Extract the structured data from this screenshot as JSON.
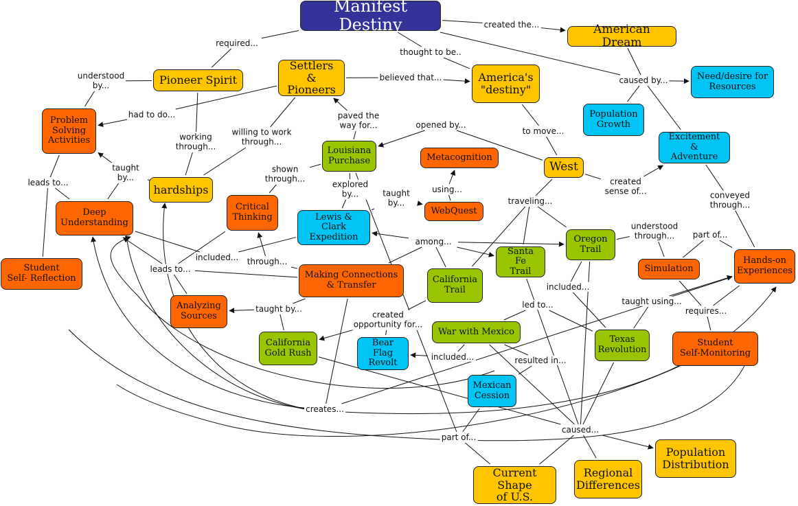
{
  "title": "Manifest Destiny",
  "colors": {
    "navy": "#333399",
    "yellow": "#FFC600",
    "blue": "#00C4F5",
    "orange": "#FF6600",
    "green": "#99C400",
    "line": "#111111"
  },
  "nodes": [
    {
      "id": "manifest",
      "label": "Manifest Destiny",
      "color": "navy"
    },
    {
      "id": "american_dream",
      "label": "American Dream",
      "color": "yellow"
    },
    {
      "id": "pioneer_spirit",
      "label": "Pioneer Spirit",
      "color": "yellow"
    },
    {
      "id": "settlers",
      "label": "Settlers &\nPioneers",
      "color": "yellow"
    },
    {
      "id": "americas_destiny",
      "label": "America's\n\"destiny\"",
      "color": "yellow"
    },
    {
      "id": "need_resources",
      "label": "Need/desire for\nResources",
      "color": "blue"
    },
    {
      "id": "pop_growth",
      "label": "Population\nGrowth",
      "color": "blue"
    },
    {
      "id": "excitement",
      "label": "Excitement &\nAdventure",
      "color": "blue"
    },
    {
      "id": "problem_solving",
      "label": "Problem\nSolving\nActivities",
      "color": "orange"
    },
    {
      "id": "louisiana",
      "label": "Louisiana\nPurchase",
      "color": "green"
    },
    {
      "id": "metacognition",
      "label": "Metacognition",
      "color": "orange"
    },
    {
      "id": "west",
      "label": "West",
      "color": "yellow"
    },
    {
      "id": "hardships",
      "label": "hardships",
      "color": "yellow"
    },
    {
      "id": "deep_understanding",
      "label": "Deep\nUnderstanding",
      "color": "orange"
    },
    {
      "id": "critical_thinking",
      "label": "Critical\nThinking",
      "color": "orange"
    },
    {
      "id": "webquest",
      "label": "WebQuest",
      "color": "orange"
    },
    {
      "id": "lewis_clark",
      "label": "Lewis & Clark\nExpedition",
      "color": "blue"
    },
    {
      "id": "oregon",
      "label": "Oregon\nTrail",
      "color": "green"
    },
    {
      "id": "santa_fe",
      "label": "Santa Fe\nTrail",
      "color": "green"
    },
    {
      "id": "simulation",
      "label": "Simulation",
      "color": "orange"
    },
    {
      "id": "hands_on",
      "label": "Hands-on\nExperiences",
      "color": "orange"
    },
    {
      "id": "self_reflection",
      "label": "Student\nSelf- Reflection",
      "color": "orange"
    },
    {
      "id": "making_connections",
      "label": "Making Connections\n& Transfer",
      "color": "orange"
    },
    {
      "id": "california_trail",
      "label": "California\nTrail",
      "color": "green"
    },
    {
      "id": "analyzing_sources",
      "label": "Analyzing\nSources",
      "color": "orange"
    },
    {
      "id": "gold_rush",
      "label": "California\nGold Rush",
      "color": "green"
    },
    {
      "id": "bear_flag",
      "label": "Bear Flag\nRevolt",
      "color": "blue"
    },
    {
      "id": "war_mexico",
      "label": "War with Mexico",
      "color": "green"
    },
    {
      "id": "texas",
      "label": "Texas\nRevolution",
      "color": "green"
    },
    {
      "id": "self_monitoring",
      "label": "Student\nSelf-Monitoring",
      "color": "orange"
    },
    {
      "id": "mexican_cession",
      "label": "Mexican\nCession",
      "color": "blue"
    },
    {
      "id": "pop_distribution",
      "label": "Population\nDistribution",
      "color": "yellow"
    },
    {
      "id": "current_shape",
      "label": "Current Shape\nof U.S.",
      "color": "yellow"
    },
    {
      "id": "regional_diff",
      "label": "Regional\nDifferences",
      "color": "yellow"
    }
  ],
  "linking_phrases": [
    {
      "id": "lp_required",
      "label": "required..."
    },
    {
      "id": "lp_created_the",
      "label": "created the..."
    },
    {
      "id": "lp_thought",
      "label": "thought to be.."
    },
    {
      "id": "lp_understood_by",
      "label": "understood\nby..."
    },
    {
      "id": "lp_believed",
      "label": "believed that..."
    },
    {
      "id": "lp_caused_by",
      "label": "caused by..."
    },
    {
      "id": "lp_had_to_do",
      "label": "had to do..."
    },
    {
      "id": "lp_paved",
      "label": "paved the\nway for..."
    },
    {
      "id": "lp_opened_by",
      "label": "opened by..."
    },
    {
      "id": "lp_to_move",
      "label": "to move..."
    },
    {
      "id": "lp_working",
      "label": "working\nthrough..."
    },
    {
      "id": "lp_willing",
      "label": "willing to work\nthrough..."
    },
    {
      "id": "lp_taught_by_1",
      "label": "taught\nby..."
    },
    {
      "id": "lp_shown",
      "label": "shown\nthrough..."
    },
    {
      "id": "lp_leads_to_1",
      "label": "leads to..."
    },
    {
      "id": "lp_explored",
      "label": "explored\nby..."
    },
    {
      "id": "lp_taught_by_2",
      "label": "taught\nby..."
    },
    {
      "id": "lp_using",
      "label": "using..."
    },
    {
      "id": "lp_created_sense",
      "label": "created\nsense of..."
    },
    {
      "id": "lp_traveling",
      "label": "traveling..."
    },
    {
      "id": "lp_conveyed",
      "label": "conveyed through..."
    },
    {
      "id": "lp_understood_through",
      "label": "understood\nthrough..."
    },
    {
      "id": "lp_part_of_1",
      "label": "part of..."
    },
    {
      "id": "lp_among",
      "label": "among..."
    },
    {
      "id": "lp_included_1",
      "label": "included..."
    },
    {
      "id": "lp_through",
      "label": "through..."
    },
    {
      "id": "lp_leads_to_2",
      "label": "leads to..."
    },
    {
      "id": "lp_included_2",
      "label": "included..."
    },
    {
      "id": "lp_led_to",
      "label": "led to..."
    },
    {
      "id": "lp_taught_using",
      "label": "taught using..."
    },
    {
      "id": "lp_requires",
      "label": "requires..."
    },
    {
      "id": "lp_taught_by_3",
      "label": "taught by..."
    },
    {
      "id": "lp_created_opp",
      "label": "created\nopportunity for..."
    },
    {
      "id": "lp_included_3",
      "label": "included..."
    },
    {
      "id": "lp_resulted",
      "label": "resulted in..."
    },
    {
      "id": "lp_creates",
      "label": "creates..."
    },
    {
      "id": "lp_caused",
      "label": "caused..."
    },
    {
      "id": "lp_part_of_2",
      "label": "part of..."
    }
  ],
  "connections": [
    {
      "from": "manifest",
      "to": "lp_required"
    },
    {
      "from": "lp_required",
      "to": "pioneer_spirit"
    },
    {
      "from": "manifest",
      "to": "lp_created_the"
    },
    {
      "from": "lp_created_the",
      "to": "american_dream",
      "arrow": true
    },
    {
      "from": "manifest",
      "to": "lp_thought"
    },
    {
      "from": "lp_thought",
      "to": "americas_destiny"
    },
    {
      "from": "manifest",
      "to": "lp_caused_by"
    },
    {
      "from": "pioneer_spirit",
      "to": "lp_understood_by"
    },
    {
      "from": "lp_understood_by",
      "to": "problem_solving"
    },
    {
      "from": "settlers",
      "to": "lp_believed"
    },
    {
      "from": "lp_believed",
      "to": "americas_destiny",
      "arrow": true
    },
    {
      "from": "american_dream",
      "to": "lp_caused_by"
    },
    {
      "from": "lp_caused_by",
      "to": "need_resources",
      "arrow": true
    },
    {
      "from": "lp_caused_by",
      "to": "pop_growth"
    },
    {
      "from": "lp_caused_by",
      "to": "excitement"
    },
    {
      "from": "settlers",
      "to": "lp_had_to_do"
    },
    {
      "from": "lp_had_to_do",
      "to": "problem_solving",
      "arrow": true
    },
    {
      "from": "louisiana",
      "to": "lp_paved"
    },
    {
      "from": "lp_paved",
      "to": "settlers",
      "arrow": true
    },
    {
      "from": "west",
      "to": "lp_opened_by"
    },
    {
      "from": "lp_opened_by",
      "to": "louisiana",
      "arrow": true
    },
    {
      "from": "americas_destiny",
      "to": "lp_to_move"
    },
    {
      "from": "lp_to_move",
      "to": "west"
    },
    {
      "from": "pioneer_spirit",
      "to": "lp_working"
    },
    {
      "from": "lp_working",
      "to": "hardships"
    },
    {
      "from": "settlers",
      "to": "lp_willing"
    },
    {
      "from": "lp_willing",
      "to": "hardships"
    },
    {
      "from": "hardships",
      "to": "lp_taught_by_1"
    },
    {
      "from": "lp_taught_by_1",
      "to": "problem_solving",
      "arrow": true
    },
    {
      "from": "lp_taught_by_1",
      "to": "deep_understanding"
    },
    {
      "from": "louisiana",
      "to": "lp_shown"
    },
    {
      "from": "lp_shown",
      "to": "critical_thinking"
    },
    {
      "from": "problem_solving",
      "to": "lp_leads_to_1"
    },
    {
      "from": "lp_leads_to_1",
      "to": "deep_understanding"
    },
    {
      "from": "self_reflection",
      "to": "lp_leads_to_1"
    },
    {
      "from": "louisiana",
      "to": "lp_explored"
    },
    {
      "from": "lp_explored",
      "to": "lewis_clark"
    },
    {
      "from": "lewis_clark",
      "to": "lp_taught_by_2"
    },
    {
      "from": "lp_taught_by_2",
      "to": "webquest",
      "arrow": true
    },
    {
      "from": "webquest",
      "to": "lp_using"
    },
    {
      "from": "lp_using",
      "to": "metacognition",
      "arrow": true
    },
    {
      "from": "west",
      "to": "lp_created_sense"
    },
    {
      "from": "lp_created_sense",
      "to": "excitement",
      "arrow": true
    },
    {
      "from": "west",
      "to": "lp_traveling"
    },
    {
      "from": "lp_traveling",
      "to": "oregon"
    },
    {
      "from": "lp_traveling",
      "to": "santa_fe"
    },
    {
      "from": "lp_traveling",
      "to": "california_trail"
    },
    {
      "from": "excitement",
      "to": "lp_conveyed"
    },
    {
      "from": "lp_conveyed",
      "to": "hands_on"
    },
    {
      "from": "oregon",
      "to": "lp_understood_through"
    },
    {
      "from": "lp_understood_through",
      "to": "simulation"
    },
    {
      "from": "simulation",
      "to": "lp_part_of_1"
    },
    {
      "from": "lp_part_of_1",
      "to": "hands_on"
    },
    {
      "from": "lp_among",
      "to": "lewis_clark",
      "arrow": true
    },
    {
      "from": "lp_among",
      "to": "santa_fe",
      "arrow": true
    },
    {
      "from": "lp_among",
      "to": "oregon",
      "arrow": true
    },
    {
      "from": "making_connections",
      "to": "lp_among"
    },
    {
      "from": "california_trail",
      "to": "lp_among"
    },
    {
      "from": "lewis_clark",
      "to": "lp_included_1"
    },
    {
      "from": "lp_included_1",
      "to": "deep_understanding"
    },
    {
      "from": "making_connections",
      "to": "lp_through"
    },
    {
      "from": "lp_through",
      "to": "critical_thinking",
      "arrow": true
    },
    {
      "from": "making_connections",
      "to": "lp_leads_to_2"
    },
    {
      "from": "lp_leads_to_2",
      "to": "deep_understanding",
      "arrow": true
    },
    {
      "from": "critical_thinking",
      "to": "lp_leads_to_2"
    },
    {
      "from": "analyzing_sources",
      "to": "lp_leads_to_2"
    },
    {
      "from": "oregon",
      "to": "lp_included_2"
    },
    {
      "from": "lp_included_2",
      "to": "texas"
    },
    {
      "from": "war_mexico",
      "to": "lp_led_to"
    },
    {
      "from": "lp_led_to",
      "to": "texas"
    },
    {
      "from": "texas",
      "to": "lp_taught_using"
    },
    {
      "from": "lp_taught_using",
      "to": "hands_on",
      "arrow": true
    },
    {
      "from": "self_monitoring",
      "to": "lp_requires"
    },
    {
      "from": "lp_requires",
      "to": "hands_on"
    },
    {
      "from": "simulation",
      "to": "lp_requires"
    },
    {
      "from": "making_connections",
      "to": "lp_taught_by_3"
    },
    {
      "from": "lp_taught_by_3",
      "to": "analyzing_sources",
      "arrow": true
    },
    {
      "from": "gold_rush",
      "to": "lp_taught_by_3"
    },
    {
      "from": "california_trail",
      "to": "lp_created_opp"
    },
    {
      "from": "lp_created_opp",
      "to": "gold_rush",
      "arrow": true
    },
    {
      "from": "lp_created_opp",
      "to": "bear_flag"
    },
    {
      "from": "war_mexico",
      "to": "lp_included_3"
    },
    {
      "from": "lp_included_3",
      "to": "bear_flag",
      "arrow": true
    },
    {
      "from": "war_mexico",
      "to": "lp_resulted"
    },
    {
      "from": "lp_resulted",
      "to": "mexican_cession"
    },
    {
      "from": "making_connections",
      "to": "lp_creates"
    },
    {
      "from": "lp_creates",
      "to": "hands_on"
    },
    {
      "from": "gold_rush",
      "to": "lp_caused"
    },
    {
      "from": "war_mexico",
      "to": "lp_caused"
    },
    {
      "from": "santa_fe",
      "to": "lp_caused"
    },
    {
      "from": "oregon",
      "to": "lp_caused"
    },
    {
      "from": "texas",
      "to": "lp_caused"
    },
    {
      "from": "lp_caused",
      "to": "pop_distribution",
      "arrow": true
    },
    {
      "from": "lp_caused",
      "to": "current_shape"
    },
    {
      "from": "lp_caused",
      "to": "regional_diff"
    },
    {
      "from": "mexican_cession",
      "to": "lp_part_of_2"
    },
    {
      "from": "lp_part_of_2",
      "to": "current_shape"
    },
    {
      "from": "louisiana",
      "to": "lp_part_of_2"
    }
  ]
}
